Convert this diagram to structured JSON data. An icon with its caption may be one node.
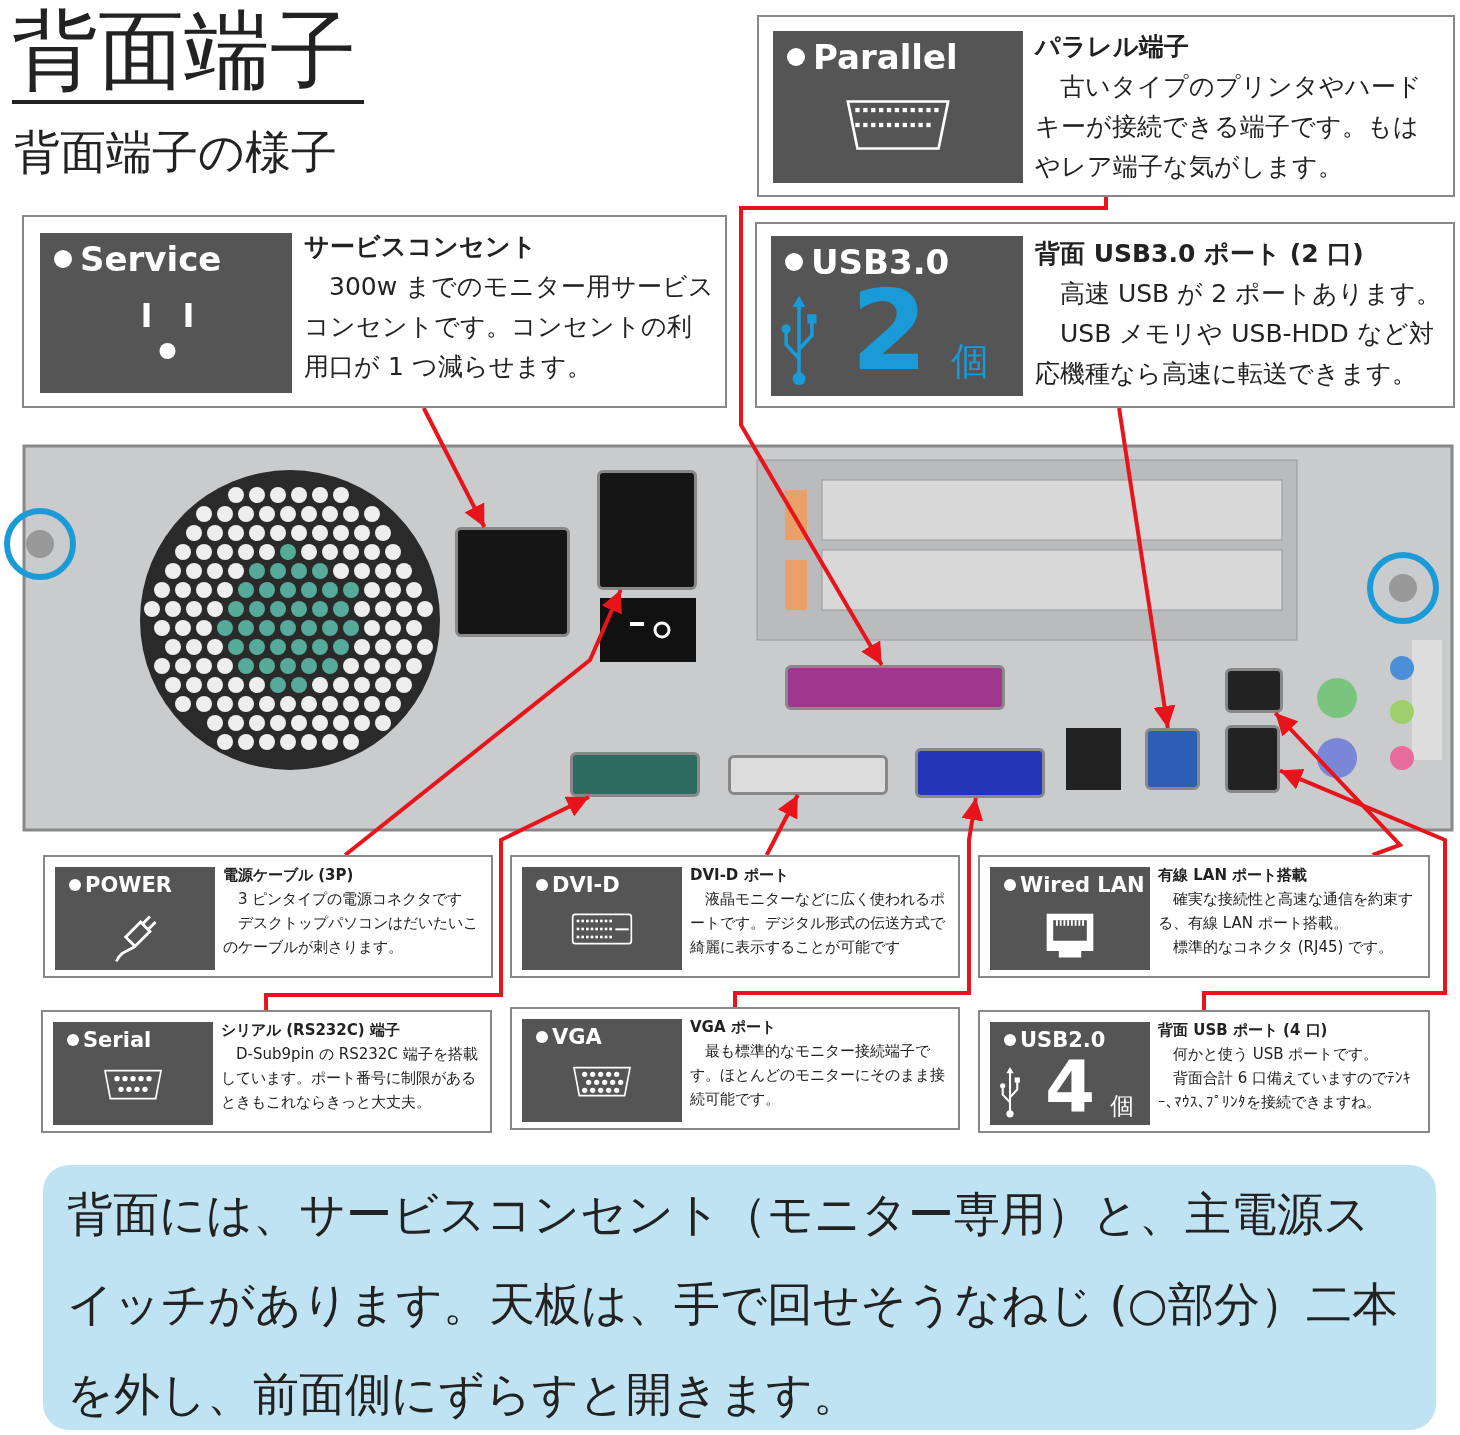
{
  "diagram": {
    "title": "背面端子",
    "nodes": [
      {
        "text": [
          "Parallel",
          "パラレル端子",
          "古いタイプのプリンタやハードキーが接続できる端子です。もはやレア端子な気がします。"
        ]
      },
      {
        "text": [
          "Service",
          "サービスコンセント",
          "300w までのモニター用サービスコンセントです。コンセントの利用口が 1 つ減らせます。"
        ]
      },
      {
        "text": [
          "USB3.0",
          "2",
          "個",
          "背面 USB3.0 ポート (2 口)",
          "高速 USB が 2 ポートあります。",
          "USB メモリや USB-HDD など対応機種なら高速に転送できます。"
        ]
      },
      {
        "text": [],
        "shape": "picture"
      },
      {
        "text": [],
        "shape": "box",
        "in": 3
      },
      {
        "text": [],
        "shape": "box",
        "in": 3
      },
      {
        "text": [],
        "shape": "box",
        "in": 3
      },
      {
        "text": [],
        "shape": "box",
        "in": 3
      },
      {
        "text": [],
        "shape": "box",
        "in": 3
      },
      {
        "text": [],
        "shape": "box",
        "in": 3
      },
      {
        "text": [],
        "shape": "box",
        "in": 3
      },
      {
        "text": [],
        "shape": "box",
        "in": 3
      },
      {
        "text": [],
        "shape": "box",
        "in": 3
      },
      {
        "text": [
          "POWER",
          "電源ケーブル (3P)",
          "3 ピンタイプの電源コネクタです",
          "デスクトップパソコンはだいたいこのケーブルが刺さります。"
        ]
      },
      {
        "text": [
          "DVI-D",
          "DVI-D ポート",
          "液晶モニターなどに広く使われるポートです。デジタル形式の伝送方式で綺麗に表示することが可能です"
        ]
      },
      {
        "text": [
          "Wired LAN",
          "有線 LAN ポート搭載",
          "確実な接続性と高速な通信を約束する、有線 LAN ポート搭載。",
          "標準的なコネクタ (RJ45) です。"
        ]
      },
      {
        "text": [
          "Serial",
          "シリアル (RS232C) 端子",
          "D-Sub9pin の RS232C 端子を搭載しています。ポート番号に制限があるときもこれならきっと大丈夫。"
        ]
      },
      {
        "text": [
          "VGA",
          "VGA ポート",
          "最も標準的なモニター接続端子です。ほとんどのモニターにそのまま接続可能です。"
        ]
      },
      {
        "text": [
          "USB2.0",
          "4",
          "個",
          "背面 USB ポート (4 口)",
          "何かと使う USB ポートです。",
          "背面合計 6 口備えていますのでﾃﾝｷｰ､ﾏｳｽ､ﾌﾟﾘﾝﾀを接続できますね。"
        ]
      },
      {
        "text": [
          "背面には、サービスコンセント（モニター専用）と、主電源スイッチがあります。天板は、手で回せそうなねじ (○部分）二本を外し、前面側にずらすと開きます。"
        ]
      }
    ],
    "edges": [
      {
        "from": 1,
        "to": 4,
        "arrow": "to"
      },
      {
        "from": 0,
        "to": 6,
        "arrow": "to"
      },
      {
        "from": 2,
        "to": 7,
        "arrow": "to"
      },
      {
        "from": 13,
        "to": 5,
        "arrow": "to"
      },
      {
        "from": 16,
        "to": 9,
        "arrow": "to"
      },
      {
        "from": 14,
        "to": 10,
        "arrow": "to"
      },
      {
        "from": 17,
        "to": 11,
        "arrow": "to"
      },
      {
        "from": 15,
        "to": 8,
        "arrow": "to"
      },
      {
        "from": 18,
        "to": 12,
        "arrow": "to"
      }
    ],
    "labels": [
      "背面端子の様子"
    ]
  }
}
